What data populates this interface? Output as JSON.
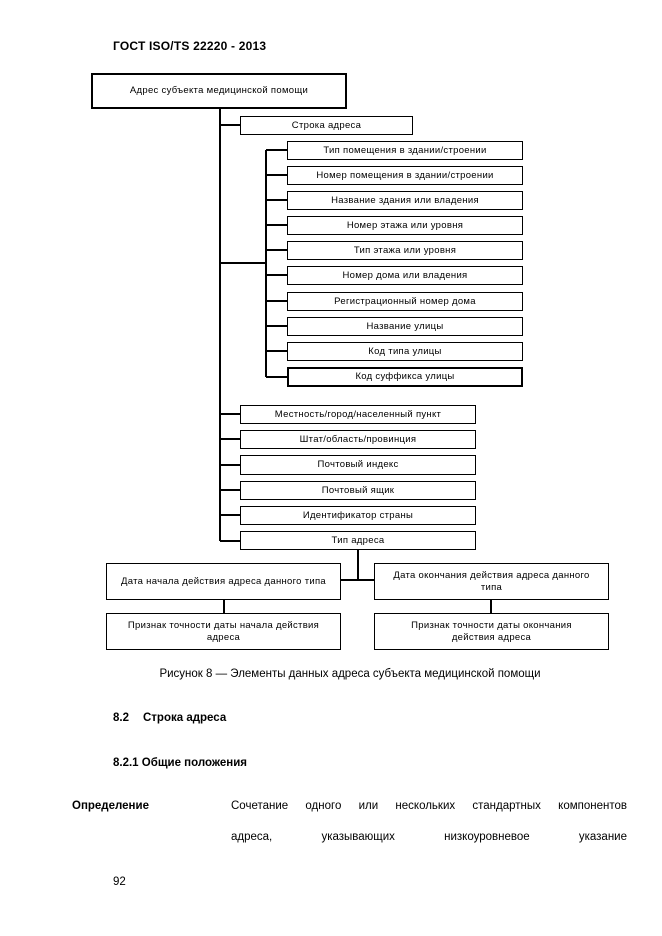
{
  "header": {
    "title": "ГОСТ ISO/TS 22220 - 2013"
  },
  "diagram": {
    "root": "Адрес субъекта медицинской помощи",
    "street_line": "Строка адреса",
    "street_children": [
      "Тип помещения в здании/строении",
      "Номер помещения в здании/строении",
      "Название здания или владения",
      "Номер этажа или уровня",
      "Тип этажа или уровня",
      "Номер дома или владения",
      "Регистрационный номер дома",
      "Название улицы",
      "Код типа улицы",
      "Код суффикса улицы"
    ],
    "other_children": [
      "Местность/город/населенный пункт",
      "Штат/область/провинция",
      "Почтовый индекс",
      "Почтовый ящик",
      "Идентификатор страны",
      "Тип адреса"
    ],
    "start_date": "Дата начала действия адреса данного типа",
    "end_date": "Дата окончания действия адреса данного типа",
    "start_accuracy": "Признак точности даты начала действия адреса",
    "end_accuracy": "Признак точности даты окончания действия адреса"
  },
  "caption": "Рисунок 8 — Элементы данных адреса субъекта медицинской помощи",
  "section": {
    "number": "8.2",
    "title": "Строка адреса"
  },
  "subsection": {
    "title": "8.2.1 Общие положения"
  },
  "definition": {
    "term": "Определение",
    "line1": "Сочетание одного или нескольких стандартных компонентов",
    "line2": "адреса, указывающих низкоуровневое указание"
  },
  "page_number": "92"
}
